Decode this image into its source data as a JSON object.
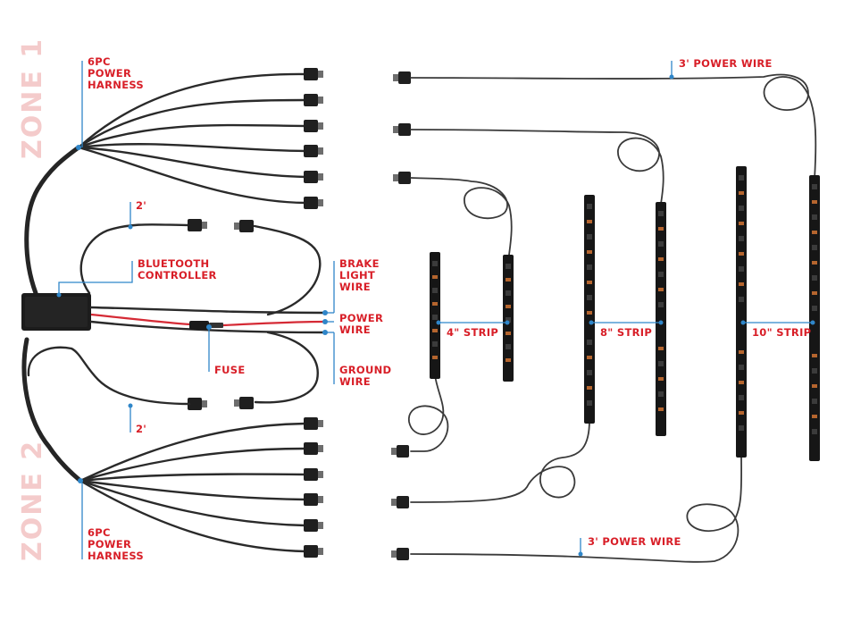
{
  "zones": {
    "zone1": "ZONE 1",
    "zone2": "ZONE 2"
  },
  "labels": {
    "harness_top": [
      "6PC",
      "POWER",
      "HARNESS"
    ],
    "harness_bottom": [
      "6PC",
      "POWER",
      "HARNESS"
    ],
    "two_ft_top": "2'",
    "two_ft_bottom": "2'",
    "bluetooth": [
      "BLUETOOTH",
      "CONTROLLER"
    ],
    "fuse": "FUSE",
    "brake": [
      "BRAKE",
      "LIGHT",
      "WIRE"
    ],
    "power": [
      "POWER",
      "WIRE"
    ],
    "ground": [
      "GROUND",
      "WIRE"
    ],
    "strip_4": "4\" STRIP",
    "strip_8": "8\" STRIP",
    "strip_10": "10\" STRIP",
    "power_wire_top": "3' POWER WIRE",
    "power_wire_bottom": "3' POWER WIRE"
  },
  "colors": {
    "label_red": "#d81e27",
    "leader_blue": "#2f86c9",
    "zone_pink": "#f4cbcb",
    "cable": "#2a2a2a",
    "red_wire": "#d52a35"
  }
}
